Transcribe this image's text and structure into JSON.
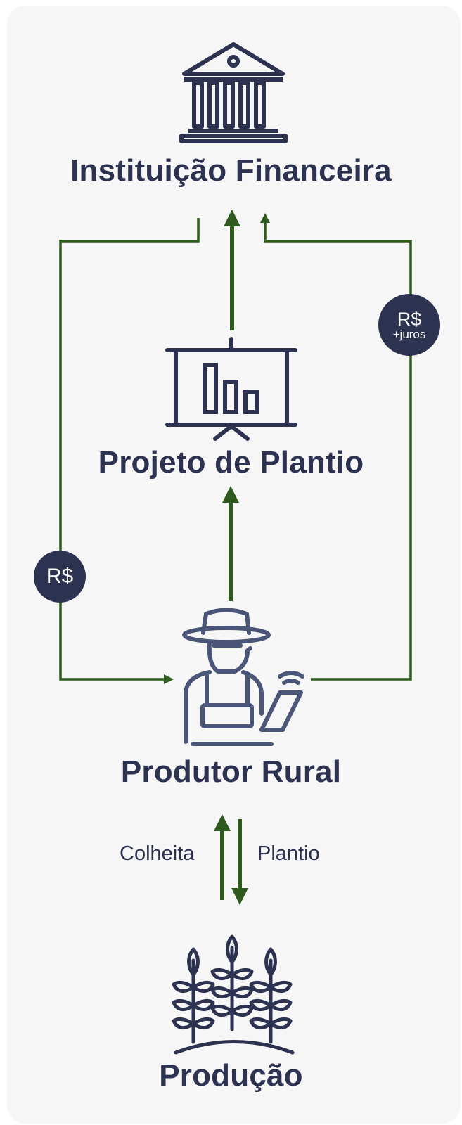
{
  "nodes": {
    "institution": "Instituição Financeira",
    "project": "Projeto de Plantio",
    "producer": "Produtor Rural",
    "production": "Produção"
  },
  "flows": {
    "harvest": "Colheita",
    "planting": "Plantio"
  },
  "badges": {
    "loan": "R$",
    "repayment_main": "R$",
    "repayment_sub": "+juros"
  },
  "colors": {
    "navy": "#2d3250",
    "arrow_green": "#2e5a1e",
    "panel_bg": "#f6f6f6"
  },
  "icons": [
    "bank-icon",
    "presentation-chart-icon",
    "farmer-icon",
    "wheat-icon"
  ]
}
